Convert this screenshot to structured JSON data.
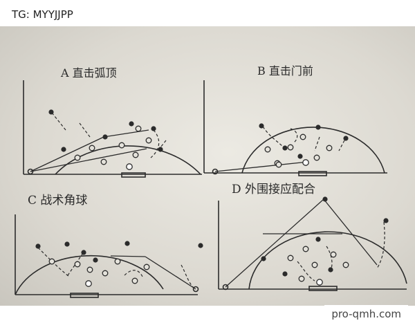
{
  "watermark_top": "TG: MYYJJPP",
  "watermark_bottom": "pro-qmh.com",
  "diagrams": [
    {
      "id": "a",
      "title": "A 直击弧顶"
    },
    {
      "id": "b",
      "title": "B 直击门前"
    },
    {
      "id": "c",
      "title": "C 战术角球"
    },
    {
      "id": "d",
      "title": "D 外围接应配合"
    }
  ]
}
